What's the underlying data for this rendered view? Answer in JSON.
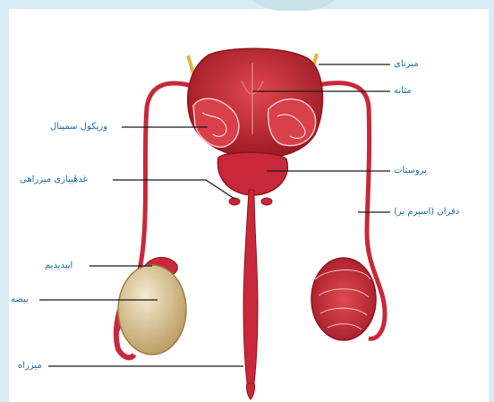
{
  "labels": {
    "urethra_tube": "میزنای",
    "bladder": "مثانه",
    "seminal_vesicle": "وزیکول سمینال",
    "bulbourethral": "غدهٔپیازی میزراهی",
    "prostate": "پروستات",
    "vas_deferens": "دفران (اسپرم بر)",
    "epididymis": "اپیدیدیم",
    "testis": "بیضه",
    "urethra": "میزراه"
  },
  "colors": {
    "page_bg": "#d7edf3",
    "label_text": "#1a6aa0",
    "tissue": "#c8283a",
    "tissue_dark": "#8f1420",
    "testis": "#e6d3a6",
    "leader": "#1a1a1a"
  }
}
